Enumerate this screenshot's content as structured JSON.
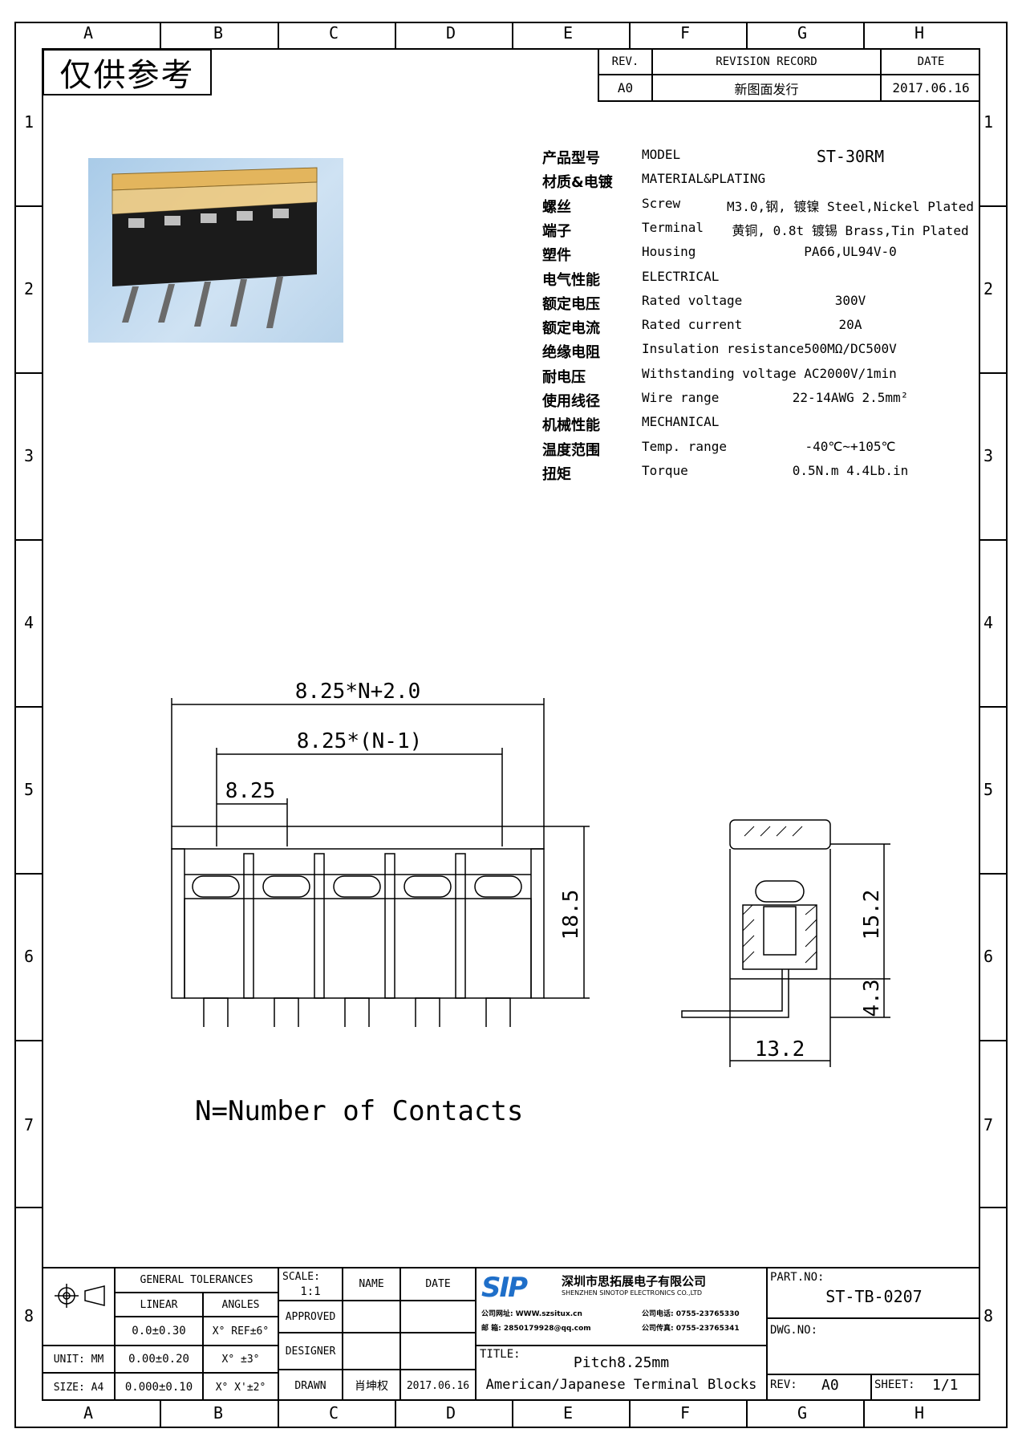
{
  "zones": {
    "columns": [
      "A",
      "B",
      "C",
      "D",
      "E",
      "F",
      "G",
      "H"
    ],
    "rows": [
      "1",
      "2",
      "3",
      "4",
      "5",
      "6",
      "7",
      "8"
    ]
  },
  "stamp": "仅供参考",
  "revision": {
    "rev_header": "REV.",
    "record_header": "REVISION RECORD",
    "date_header": "DATE",
    "rev": "A0",
    "record": "新图面发行",
    "date": "2017.06.16"
  },
  "specs": [
    {
      "cn": "产品型号",
      "en": "MODEL",
      "value": "ST-30RM"
    },
    {
      "cn": "材质&电镀",
      "en": "MATERIAL&PLATING",
      "value": ""
    },
    {
      "cn": "螺丝",
      "en": "Screw",
      "value": "M3.0,钢, 镀镍 Steel,Nickel Plated"
    },
    {
      "cn": "端子",
      "en": "Terminal",
      "value": "黄铜, 0.8t 镀锡 Brass,Tin Plated"
    },
    {
      "cn": "塑件",
      "en": "Housing",
      "value": "PA66,UL94V-0"
    },
    {
      "cn": "电气性能",
      "en": "ELECTRICAL",
      "value": ""
    },
    {
      "cn": "额定电压",
      "en": "Rated voltage",
      "value": "300V"
    },
    {
      "cn": "额定电流",
      "en": "Rated current",
      "value": "20A"
    },
    {
      "cn": "绝缘电阻",
      "en": "Insulation resistance",
      "value": "500MΩ/DC500V"
    },
    {
      "cn": "耐电压",
      "en": "Withstanding voltage",
      "value": "AC2000V/1min"
    },
    {
      "cn": "使用线径",
      "en": "Wire range",
      "value": "22-14AWG 2.5mm²"
    },
    {
      "cn": "机械性能",
      "en": "MECHANICAL",
      "value": ""
    },
    {
      "cn": "温度范围",
      "en": "Temp. range",
      "value": "-40℃~+105℃"
    },
    {
      "cn": "扭矩",
      "en": "Torque",
      "value": "0.5N.m  4.4Lb.in"
    }
  ],
  "dimensions": {
    "overall": "8.25*N+2.0",
    "span": "8.25*(N-1)",
    "pitch": "8.25",
    "height": "18.5",
    "side_height": "15.2",
    "pin_length": "4.3",
    "depth": "13.2"
  },
  "note": "N=Number of Contacts",
  "title_block": {
    "general_tolerances": "GENERAL TOLERANCES",
    "linear": "LINEAR",
    "angles": "ANGLES",
    "tol_linear": [
      "0.0±0.30",
      "0.00±0.20",
      "0.000±0.10"
    ],
    "tol_angles": [
      "X° REF±6°",
      "X° ±3°",
      "X° X'±2°"
    ],
    "unit": "UNIT: MM",
    "size": "SIZE: A4",
    "scale_label": "SCALE:",
    "scale_value": "1:1",
    "name_header": "NAME",
    "date_header": "DATE",
    "approved": "APPROVED",
    "designer": "DESIGNER",
    "drawn": "DRAWN",
    "drawn_name": "肖坤权",
    "drawn_date": "2017.06.16",
    "company_logo": "SIP",
    "company_cn": "深圳市思拓展电子有限公司",
    "company_en": "SHENZHEN SINOTOP ELECTRONICS CO.,LTD",
    "contact_1": "公司网址: WWW.szsitux.cn",
    "contact_2": "邮  箱: 2850179928@qq.com",
    "contact_3": "公司电话: 0755-23765330",
    "contact_4": "公司传真: 0755-23765341",
    "title_label": "TITLE:",
    "title_line1": "Pitch8.25mm",
    "title_line2": "American/Japanese Terminal Blocks",
    "part_label": "PART.NO:",
    "part_no": "ST-TB-0207",
    "dwg_label": "DWG.NO:",
    "rev_label": "REV:",
    "rev_value": "A0",
    "sheet_label": "SHEET:",
    "sheet_value": "1/1"
  }
}
